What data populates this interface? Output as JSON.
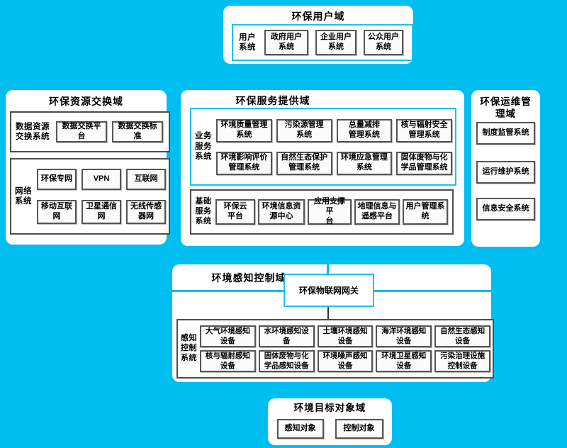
{
  "colors": {
    "background": "#00BEF0",
    "accent_cyan": "#1cc2f0",
    "box_border_gray": "#555555",
    "text": "#000000"
  },
  "user_domain": {
    "title": "环保用户域",
    "system_label": "用户\n系统",
    "items": [
      "政府用户\n系统",
      "企业用户\n系统",
      "公众用户\n系统"
    ]
  },
  "exchange_domain": {
    "title": "环保资源交换域",
    "data_group": {
      "label": "数据资源\n交换系统",
      "items": [
        "数据交换平台",
        "数据交换标准"
      ]
    },
    "network_group": {
      "label": "网络\n系统",
      "items": [
        "环保专网",
        "VPN",
        "互联网",
        "移动互联\n网",
        "卫星通信\n网",
        "无线传感\n器网"
      ]
    }
  },
  "service_domain": {
    "title": "环保服务提供域",
    "business_group": {
      "label": "业务\n服务\n系统",
      "items": [
        "环境质量管理\n系统",
        "污染源管理\n系统",
        "总量减排\n管理系统",
        "核与辐射安全\n管理系统",
        "环境影响评价\n管理系统",
        "自然生态保护\n管理系统",
        "环境应急管理\n系统",
        "固体废物与化\n学品管理系统"
      ]
    },
    "basic_group": {
      "label": "基础\n服务\n系统",
      "items": [
        "环保云\n平台",
        "环境信息资\n源中心",
        "应用支撑平\n台",
        "地理信息与\n遥感平台",
        "用户管理系\n统"
      ]
    }
  },
  "ops_domain": {
    "title": "环保运维管\n理域",
    "items": [
      "制度监管系统",
      "运行维护系统",
      "信息安全系统"
    ]
  },
  "sensing_domain": {
    "title": "环境感知控制域",
    "gateway": "环保物联网网关",
    "control_group": {
      "label": "感知\n控制\n系统",
      "items": [
        "大气环境感知\n设备",
        "水环境感知设\n备",
        "土壤环境感知\n设备",
        "海洋环境感知\n设备",
        "自然生态感知\n设备",
        "核与辐射感知\n设备",
        "固体废物与化\n学品感知设备",
        "环境噪声感知\n设备",
        "环境卫星感知\n设备",
        "污染治理设施\n控制设备"
      ]
    }
  },
  "target_domain": {
    "title": "环境目标对象域",
    "items": [
      "感知对象",
      "控制对象"
    ]
  }
}
